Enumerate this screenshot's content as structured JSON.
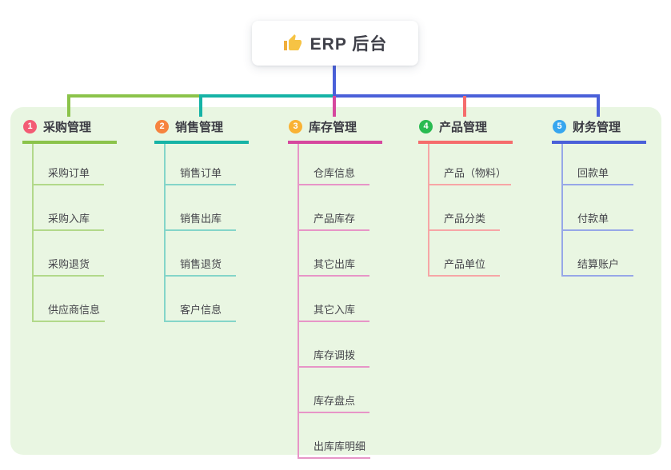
{
  "root": {
    "label": "ERP 后台",
    "icon": "thumbs-up-icon",
    "icon_color": "#f6c344",
    "icon_sleeve_color": "#f0ae3c"
  },
  "colors": {
    "panel_bg": "#e9f6e2",
    "trunk_connector": "#4a60d9",
    "canvas_bg": "#ffffff"
  },
  "branches": [
    {
      "index": "1",
      "title": "采购管理",
      "badge_color": "#f35b74",
      "line_color": "#8bc34a",
      "child_line_color": "#b2d98a",
      "children": [
        "采购订单",
        "采购入库",
        "采购退货",
        "供应商信息"
      ]
    },
    {
      "index": "2",
      "title": "销售管理",
      "badge_color": "#f6833f",
      "line_color": "#16b3a6",
      "child_line_color": "#84d5c9",
      "children": [
        "销售订单",
        "销售出库",
        "销售退货",
        "客户信息"
      ]
    },
    {
      "index": "3",
      "title": "库存管理",
      "badge_color": "#f9b234",
      "line_color": "#d6479e",
      "child_line_color": "#e795c7",
      "children": [
        "仓库信息",
        "产品库存",
        "其它出库",
        "其它入库",
        "库存调拨",
        "库存盘点",
        "出库库明细"
      ]
    },
    {
      "index": "4",
      "title": "产品管理",
      "badge_color": "#29bb51",
      "line_color": "#f56c6c",
      "child_line_color": "#f7a6a6",
      "children": [
        "产品（物料）",
        "产品分类",
        "产品单位"
      ]
    },
    {
      "index": "5",
      "title": "财务管理",
      "badge_color": "#36a6ef",
      "line_color": "#4a60d9",
      "child_line_color": "#97a7e8",
      "children": [
        "回款单",
        "付款单",
        "结算账户"
      ]
    }
  ]
}
